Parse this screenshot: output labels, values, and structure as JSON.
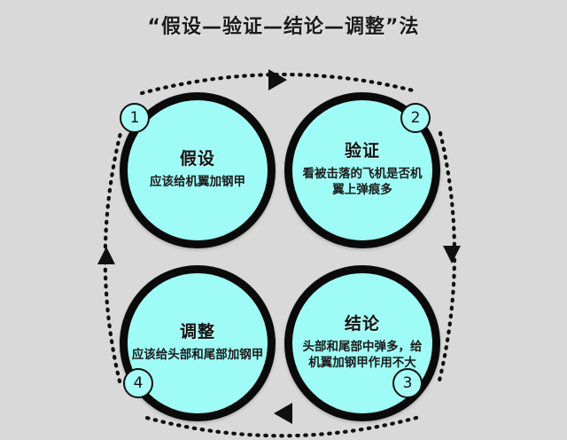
{
  "header": {
    "title": "“假设—验证—结论—调整”法"
  },
  "theme": {
    "background": "#d9d9d9",
    "node_fill": "#9ffbf5",
    "node_stroke": "#0a0a0a",
    "badge_fill": "#a6fcf6",
    "text": "#111111",
    "arrow": "#101010"
  },
  "diagram": {
    "type": "cycle",
    "direction": "clockwise",
    "node_count": 4,
    "nodes": [
      {
        "number": "1",
        "title": "假设",
        "body": "应该给机翼加钢甲",
        "badge_position": "top-left"
      },
      {
        "number": "2",
        "title": "验证",
        "body": "看被击落的飞机是否机翼上弹痕多",
        "badge_position": "top-right"
      },
      {
        "number": "3",
        "title": "结论",
        "body": "头部和尾部中弹多，给机翼加钢甲作用不大",
        "badge_position": "bottom-right"
      },
      {
        "number": "4",
        "title": "调整",
        "body": "应该给头部和尾部加钢甲",
        "badge_position": "bottom-left"
      }
    ],
    "connectors": [
      {
        "name": "top-arc",
        "from": "1",
        "to": "2",
        "style": "dotted",
        "arrow_direction": "right"
      },
      {
        "name": "right-arc",
        "from": "2",
        "to": "3",
        "style": "dotted",
        "arrow_direction": "down"
      },
      {
        "name": "bottom-arc",
        "from": "3",
        "to": "4",
        "style": "dotted",
        "arrow_direction": "left"
      },
      {
        "name": "left-arc",
        "from": "4",
        "to": "1",
        "style": "dotted",
        "arrow_direction": "up"
      }
    ]
  }
}
